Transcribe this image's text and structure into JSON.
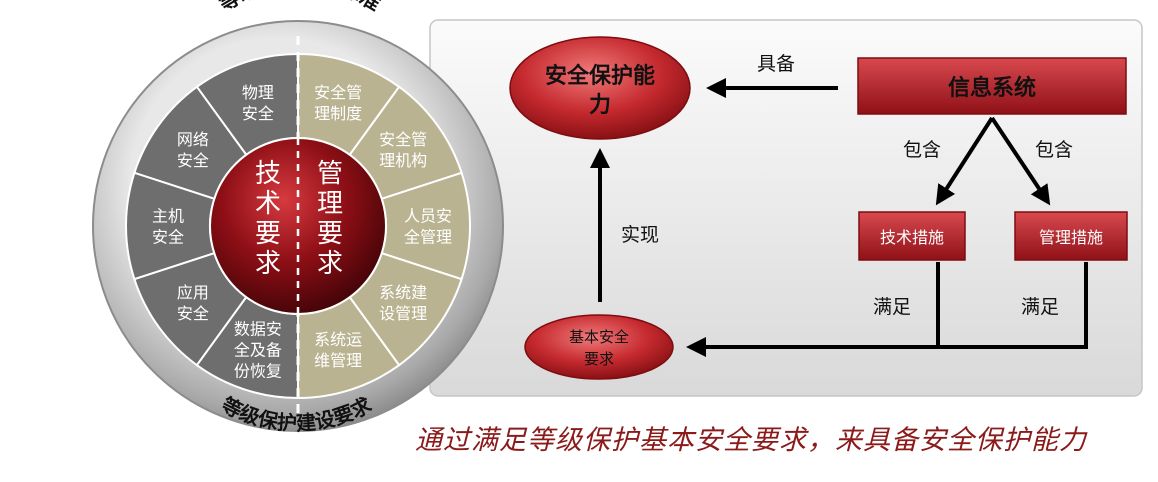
{
  "wheel": {
    "top_ring_text": "等级保护制度标准",
    "bottom_ring_text": "等级保护建设要求",
    "tech_core": [
      "技",
      "术",
      "要",
      "求"
    ],
    "mgmt_core": [
      "管",
      "理",
      "要",
      "求"
    ],
    "tech_segments": [
      [
        "物理",
        "安全"
      ],
      [
        "网络",
        "安全"
      ],
      [
        "主机",
        "安全"
      ],
      [
        "应用",
        "安全"
      ],
      [
        "数据安",
        "全及备",
        "份恢复"
      ]
    ],
    "mgmt_segments": [
      [
        "安全管",
        "理制度"
      ],
      [
        "安全管",
        "理机构"
      ],
      [
        "人员安",
        "全管理"
      ],
      [
        "系统建",
        "设管理"
      ],
      [
        "系统运",
        "维管理"
      ]
    ]
  },
  "flow": {
    "capability": [
      "安全保护能",
      "力"
    ],
    "info_system": "信息系统",
    "tech_measures": "技术措施",
    "mgmt_measures": "管理措施",
    "basic_req": [
      "基本安全",
      "要求"
    ],
    "edge_has": "具备",
    "edge_contains_left": "包含",
    "edge_contains_right": "包含",
    "edge_realize": "实现",
    "edge_satisfy_left": "满足",
    "edge_satisfy_right": "满足"
  },
  "slogan": "通过满足等级保护基本安全要求，来具备安全保护能力",
  "colors": {
    "tech_segment": "#6e6e6e",
    "mgmt_segment": "#b9b391",
    "core_red": "#8e0f16",
    "box_red": "#b5222a",
    "slogan": "#8b1a1a"
  }
}
